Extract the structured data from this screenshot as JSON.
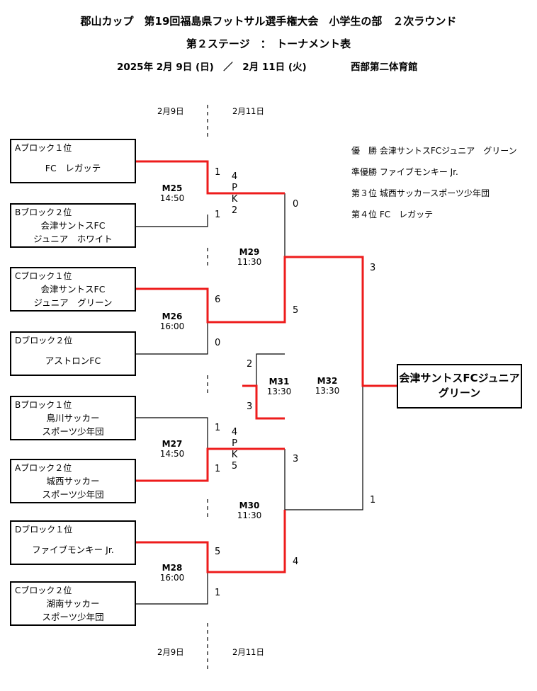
{
  "header": {
    "title": "郡山カップ　第19回福島県フットサル選手権大会　小学生の部　２次ラウンド",
    "subtitle": "第２ステージ　：　トーナメント表",
    "dates": "2025年 2月 9日 (日)　／　2月 11日 (火)",
    "venue": "西部第二体育館"
  },
  "day_labels": {
    "day1": "2月9日",
    "day2": "2月11日"
  },
  "teams": [
    {
      "block": "Aブロック１位",
      "name1": "FC　レガッテ",
      "name2": ""
    },
    {
      "block": "Bブロック２位",
      "name1": "会津サントスFC",
      "name2": "ジュニア　ホワイト"
    },
    {
      "block": "Cブロック１位",
      "name1": "会津サントスFC",
      "name2": "ジュニア　グリーン"
    },
    {
      "block": "Dブロック２位",
      "name1": "アストロンFC",
      "name2": ""
    },
    {
      "block": "Bブロック１位",
      "name1": "鳥川サッカー",
      "name2": "スポーツ少年団"
    },
    {
      "block": "Aブロック２位",
      "name1": "城西サッカー",
      "name2": "スポーツ少年団"
    },
    {
      "block": "Dブロック１位",
      "name1": "ファイブモンキー Jr.",
      "name2": ""
    },
    {
      "block": "Cブロック２位",
      "name1": "湖南サッカー",
      "name2": "スポーツ少年団"
    }
  ],
  "matches": {
    "m25": {
      "id": "M25",
      "time": "14:50"
    },
    "m26": {
      "id": "M26",
      "time": "16:00"
    },
    "m27": {
      "id": "M27",
      "time": "14:50"
    },
    "m28": {
      "id": "M28",
      "time": "16:00"
    },
    "m29": {
      "id": "M29",
      "time": "11:30"
    },
    "m30": {
      "id": "M30",
      "time": "11:30"
    },
    "m31": {
      "id": "M31",
      "time": "13:30"
    },
    "m32": {
      "id": "M32",
      "time": "13:30"
    }
  },
  "scores": {
    "m25_top": "1",
    "m25_bottom": "1",
    "m25_pk": [
      "4",
      "P",
      "K",
      "2"
    ],
    "m26_top": "6",
    "m26_bottom": "0",
    "m27_top": "1",
    "m27_bottom": "1",
    "m27_pk": [
      "4",
      "P",
      "K",
      "5"
    ],
    "m28_top": "5",
    "m28_bottom": "1",
    "m29_top": "0",
    "m29_bottom": "5",
    "m30_top": "3",
    "m30_bottom": "4",
    "m31_top": "2",
    "m31_bottom": "3",
    "m32_top": "3",
    "m32_bottom": "1"
  },
  "results": [
    "優　勝 会津サントスFCジュニア　グリーン",
    "準優勝 ファイブモンキー Jr.",
    "第３位 城西サッカースポーツ少年団",
    "第４位 FC　レガッテ"
  ],
  "champion": {
    "line1": "会津サントスFCジュニア",
    "line2": "グリーン"
  },
  "colors": {
    "winner_line": "#ee1c1c",
    "line": "#000000"
  }
}
